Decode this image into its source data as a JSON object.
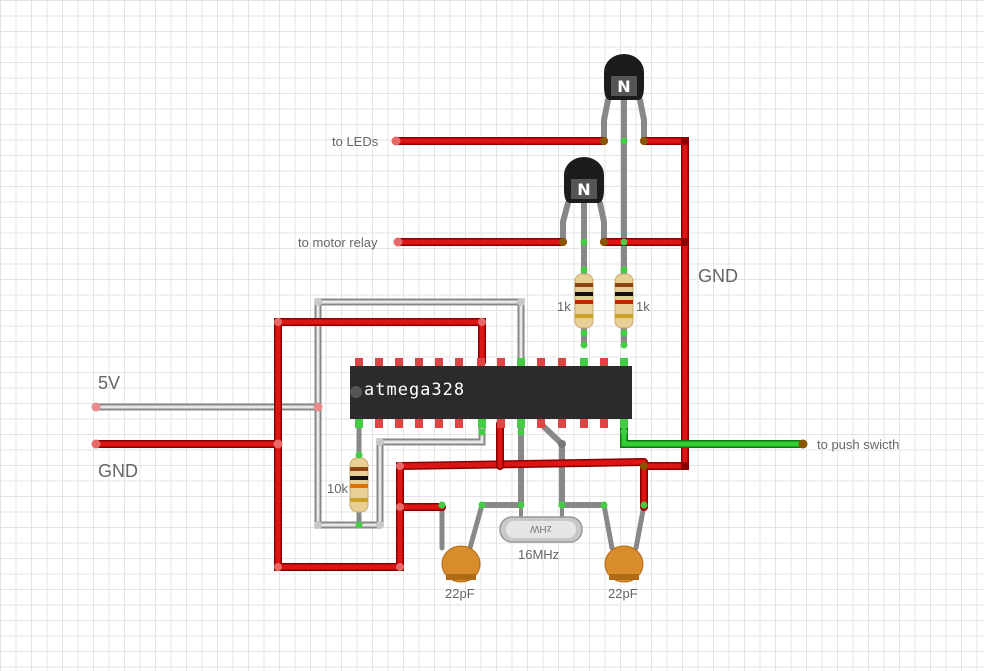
{
  "labels": {
    "to_leds": "to LEDs",
    "to_motor_relay": "to motor relay",
    "gnd_right": "GND",
    "five_v": "5V",
    "gnd_left": "GND",
    "to_push_switch": "to push swicth",
    "chip": "atmega328",
    "res_1k_left": "1k",
    "res_1k_right": "1k",
    "res_10k": "10k",
    "cap_left": "22pF",
    "cap_right": "22pF",
    "crystal_value": "16MHz",
    "crystal_mark": "zHW"
  },
  "transistor_mark": "N",
  "colors": {
    "wire_red": "#cc1111",
    "wire_gray": "#9e9e9e",
    "wire_green": "#22bb22",
    "chip_body": "#222222",
    "capacitor": "#d98c2b"
  }
}
